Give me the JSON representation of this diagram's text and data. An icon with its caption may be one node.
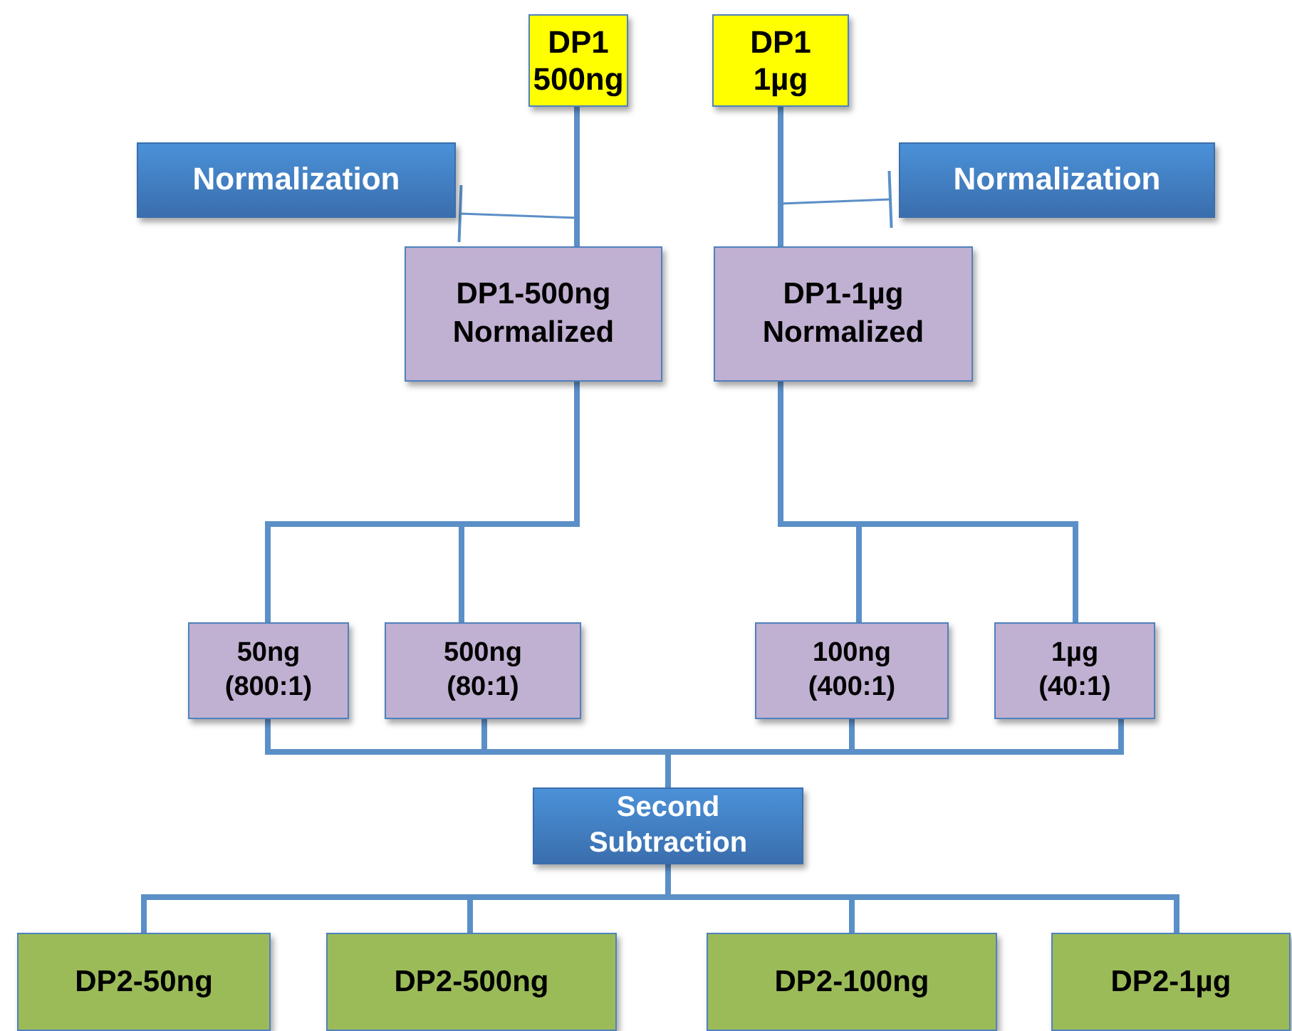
{
  "diagram": {
    "nodes": [
      {
        "text": [
          "DP1 500ng"
        ]
      },
      {
        "text": [
          "DP1 1µg"
        ]
      },
      {
        "text": [
          "Normalization"
        ]
      },
      {
        "text": [
          "Normalization"
        ]
      },
      {
        "text": [
          "DP1-500ng Normalized"
        ]
      },
      {
        "text": [
          "DP1-1µg Normalized"
        ]
      },
      {
        "text": [
          "50ng (800:1)"
        ]
      },
      {
        "text": [
          "500ng (80:1)"
        ]
      },
      {
        "text": [
          "100ng (400:1)"
        ]
      },
      {
        "text": [
          "1µg (40:1)"
        ]
      },
      {
        "text": [
          "Second Subtraction"
        ]
      },
      {
        "text": [
          "DP2-50ng"
        ]
      },
      {
        "text": [
          "DP2-500ng"
        ]
      },
      {
        "text": [
          "DP2-100ng"
        ]
      },
      {
        "text": [
          "DP2-1µg"
        ]
      }
    ],
    "edges": [
      {
        "from": 0,
        "to": 4,
        "arrow": "none"
      },
      {
        "from": 1,
        "to": 5,
        "arrow": "none"
      },
      {
        "from": 2,
        "to": 4,
        "arrow": "other"
      },
      {
        "from": 3,
        "to": 5,
        "arrow": "other"
      },
      {
        "from": 4,
        "to": 6,
        "arrow": "none"
      },
      {
        "from": 4,
        "to": 7,
        "arrow": "none"
      },
      {
        "from": 5,
        "to": 8,
        "arrow": "none"
      },
      {
        "from": 5,
        "to": 9,
        "arrow": "none"
      },
      {
        "from": 6,
        "to": 10,
        "arrow": "none"
      },
      {
        "from": 7,
        "to": 10,
        "arrow": "none"
      },
      {
        "from": 8,
        "to": 10,
        "arrow": "none"
      },
      {
        "from": 9,
        "to": 10,
        "arrow": "none"
      },
      {
        "from": 10,
        "to": 11,
        "arrow": "none"
      },
      {
        "from": 10,
        "to": 12,
        "arrow": "none"
      },
      {
        "from": 10,
        "to": 13,
        "arrow": "none"
      },
      {
        "from": 10,
        "to": 14,
        "arrow": "none"
      }
    ]
  }
}
